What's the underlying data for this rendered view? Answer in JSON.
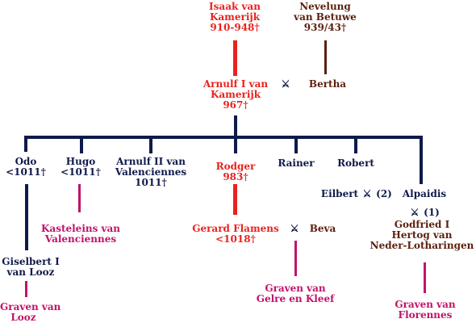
{
  "colors": {
    "red": "#e8231f",
    "navy": "#0f1a4a",
    "brown": "#5c1f0e",
    "pink": "#c0136a"
  },
  "marriage_symbol": "⚔",
  "people": {
    "isaak": [
      "Isaak van",
      "Kamerijk",
      "910-948†"
    ],
    "nevelung": [
      "Nevelung",
      "van Betuwe",
      "939/43†"
    ],
    "arnulf1": [
      "Arnulf I van",
      "Kamerijk",
      "967†"
    ],
    "bertha": [
      "Bertha"
    ],
    "odo": [
      "Odo",
      "<1011†"
    ],
    "hugo": [
      "Hugo",
      "<1011†"
    ],
    "arnulf2": [
      "Arnulf II van",
      "Valenciennes",
      "1011†"
    ],
    "rodger": [
      "Rodger",
      "983†"
    ],
    "rainer": [
      "Rainer"
    ],
    "robert": [
      "Robert"
    ],
    "eilbert": [
      "Eilbert"
    ],
    "alpaidis": [
      "Alpaidis"
    ],
    "gerard": [
      "Gerard Flamens",
      "<1018†"
    ],
    "beva": [
      "Beva"
    ],
    "godfried": [
      "Godfried I",
      "Hertog van",
      "Neder-Lotharingen"
    ],
    "giselbert": [
      "Giselbert I",
      "van Looz"
    ]
  },
  "marriages": {
    "eilbert_alpaidis_number": "(2)",
    "godfried_alpaidis_number": "(1)"
  },
  "branches": {
    "kasteleins": [
      "Kasteleins van",
      "Valenciennes"
    ],
    "gelre": [
      "Graven van",
      "Gelre en Kleef"
    ],
    "looz": [
      "Graven van",
      "Looz"
    ],
    "florennes": [
      "Graven van",
      "Florennes"
    ]
  }
}
